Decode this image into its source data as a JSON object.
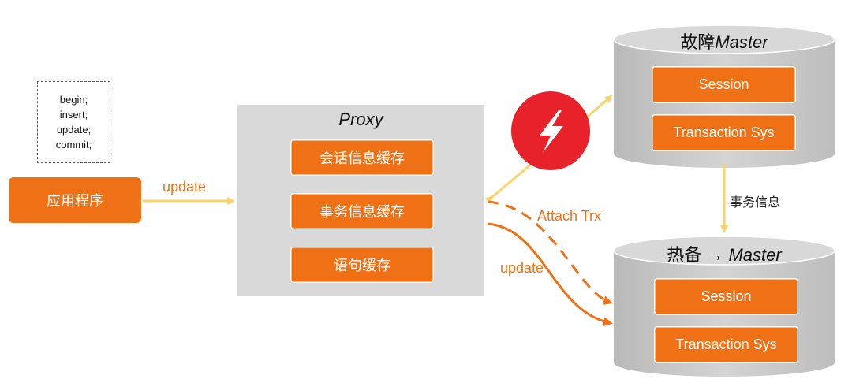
{
  "sql": [
    "begin;",
    "insert;",
    "update;",
    "commit;"
  ],
  "app": {
    "label": "应用程序"
  },
  "edges": {
    "app_to_proxy": "update",
    "failed_to_standby": "事务信息",
    "attach": "Attach Trx",
    "proxy_update": "update"
  },
  "proxy": {
    "title": "Proxy",
    "items": [
      "会话信息缓存",
      "事务信息缓存",
      "语句缓存"
    ]
  },
  "failed_master": {
    "title_prefix": "故障",
    "title_italic": "Master",
    "items": [
      "Session",
      "Transaction Sys"
    ]
  },
  "standby_master": {
    "title_prefix": "热备 → ",
    "title_italic": "Master",
    "items": [
      "Session",
      "Transaction Sys"
    ]
  },
  "icons": {
    "failure": "lightning-icon"
  },
  "colors": {
    "accent": "#f07016",
    "arrow": "#fbd36a",
    "failure": "#e8222a",
    "panel": "#d9d9d9",
    "db": "#c9c9c9"
  }
}
